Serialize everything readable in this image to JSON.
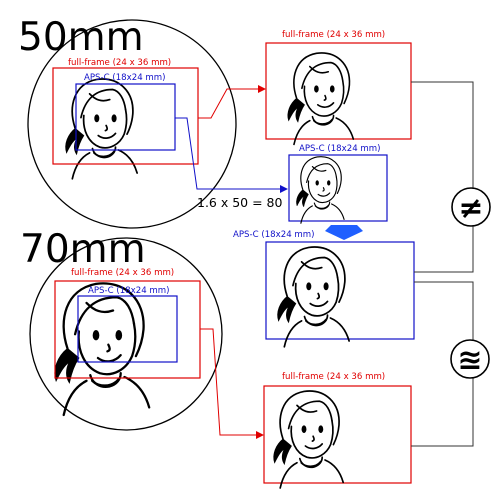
{
  "labels": {
    "focal_50": "50mm",
    "focal_70": "70mm",
    "full_frame": "full-frame (24 x 36 mm)",
    "aps_c": "APS-C (18x24 mm)",
    "calculation": "1.6 x 50 = 80",
    "not_equal_symbol": "≠",
    "approx_equal_symbol": "≊"
  },
  "icons": {
    "down_arrow": "blue-down-arrow-icon",
    "not_equal": "not-equal-icon",
    "approx_equal": "approx-equal-icon"
  },
  "colors": {
    "full_frame": "#e00000",
    "aps_c": "#1010c8",
    "outline": "#000000"
  }
}
